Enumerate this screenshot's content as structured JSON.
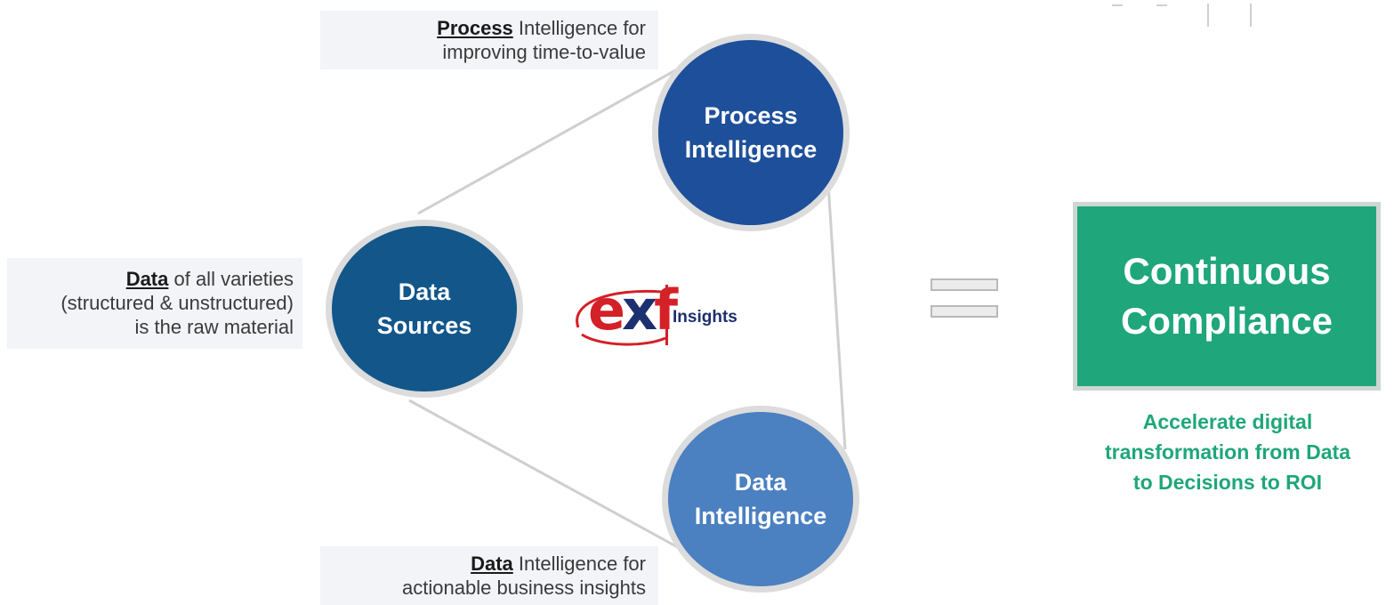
{
  "callouts": {
    "process": {
      "bold": "Process",
      "rest_line1": " Intelligence for",
      "line2": "improving time-to-value"
    },
    "data": {
      "bold": "Data",
      "rest_line1": " of all varieties",
      "line2": "(structured & unstructured)",
      "line3": "is the raw material"
    },
    "data_intelligence": {
      "bold": "Data",
      "rest_line1": " Intelligence for",
      "line2": "actionable business insights"
    }
  },
  "nodes": {
    "process_intelligence": {
      "line1": "Process",
      "line2": "Intelligence",
      "color": "#1e4f9a"
    },
    "data_sources": {
      "line1": "Data",
      "line2": "Sources",
      "color": "#12568a"
    },
    "data_intelligence": {
      "line1": "Data",
      "line2": "Intelligence",
      "color": "#4b80c1"
    }
  },
  "logo": {
    "mark_e": "e",
    "mark_x": "x",
    "mark_f": "f",
    "insights": "Insights",
    "brand_red": "#d42027",
    "brand_navy": "#1c2f6e"
  },
  "result": {
    "line1": "Continuous",
    "line2": "Compliance",
    "color": "#1fa67a",
    "tagline1": "Accelerate digital",
    "tagline2": "transformation from Data",
    "tagline3": "to Decisions to ROI"
  }
}
